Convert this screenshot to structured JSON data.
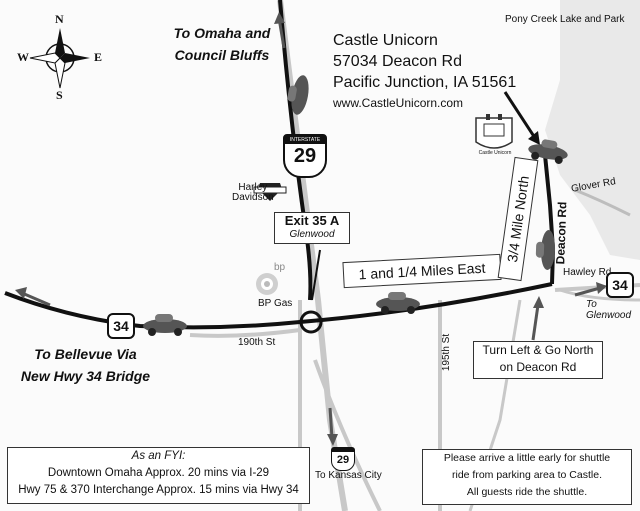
{
  "compass": {
    "n": "N",
    "s": "S",
    "e": "E",
    "w": "W"
  },
  "to_omaha": {
    "line1": "To Omaha and",
    "line2": "Council Bluffs"
  },
  "venue": {
    "name": "Castle Unicorn",
    "street": "57034 Deacon Rd",
    "city": "Pacific Junction, IA 51561",
    "website": "www.CastleUnicorn.com"
  },
  "landmarks": {
    "pony_creek": "Pony Creek Lake and Park",
    "harley": {
      "line1": "Harley",
      "line2": "Davidson"
    },
    "bp_gas": "BP Gas",
    "bp_logo": "bp",
    "glover_rd": "Glover Rd",
    "hawley_rd": "Hawley Rd",
    "st_190": "190th St",
    "st_195": "195th St",
    "to_glenwood": "To Glenwood",
    "to_kansas_city": "To Kansas City"
  },
  "interstate": {
    "banner": "INTERSTATE",
    "number": "29"
  },
  "us_route": {
    "number": "34"
  },
  "exit_box": {
    "title": "Exit 35 A",
    "subtitle": "Glenwood"
  },
  "east_label": "1 and 1/4 Miles East",
  "north_label": "3/4 Mile North",
  "deacon_rd": "Deacon Rd",
  "turn_box": {
    "line1": "Turn Left & Go North",
    "line2": "on Deacon Rd"
  },
  "to_bellevue": {
    "line1": "To Bellevue Via",
    "line2": "New Hwy 34 Bridge"
  },
  "fyi_box": {
    "heading": "As an FYI:",
    "line1": "Downtown Omaha Approx. 20 mins via I-29",
    "line2": "Hwy 75 & 370 Interchange Approx. 15 mins via Hwy 34"
  },
  "shuttle_box": {
    "line1": "Please arrive a little early for shuttle",
    "line2": "ride from parking area to Castle.",
    "line3": "All guests ride the shuttle."
  },
  "castle_sign": {
    "text": "Castle Unicorn"
  },
  "colors": {
    "route": "#111111",
    "road": "#c8c8c8",
    "road_edge": "#8a8a8a",
    "background": "#fbfbfb",
    "car": "#555555"
  }
}
